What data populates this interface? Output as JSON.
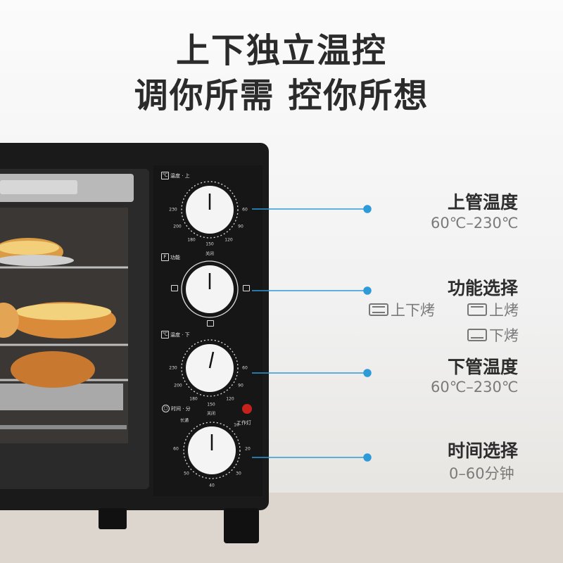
{
  "headline": {
    "line1": "上下独立温控",
    "line2": "调你所需  控你所想"
  },
  "panel": {
    "upper": {
      "label": "温度 · 上",
      "icon": "thermometer-icon",
      "ticks": [
        "230",
        "60",
        "200",
        "90",
        "180",
        "150",
        "120"
      ]
    },
    "function": {
      "label": "功能",
      "icon": "function-icon",
      "ticks": [
        "关闭"
      ]
    },
    "lower": {
      "label": "温度 · 下",
      "icon": "thermometer-icon",
      "ticks": [
        "230",
        "60",
        "200",
        "90",
        "180",
        "150",
        "120"
      ]
    },
    "timer": {
      "label": "时间 · 分",
      "icon": "clock-icon",
      "ticks": [
        "关闭",
        "长通",
        "10",
        "60",
        "20",
        "50",
        "30",
        "40"
      ]
    },
    "lamp_label": "工作灯"
  },
  "callouts": {
    "upper": {
      "title": "上管温度",
      "sub": "60℃–230℃"
    },
    "function": {
      "title": "功能选择",
      "modes": [
        {
          "icon": "top-bottom-heat-icon",
          "label": "上下烤"
        },
        {
          "icon": "top-heat-icon",
          "label": "上烤"
        },
        {
          "icon": "bottom-heat-icon",
          "label": "下烤"
        }
      ]
    },
    "lower": {
      "title": "下管温度",
      "sub": "60℃–230℃"
    },
    "timer": {
      "title": "时间选择",
      "sub": "0–60分钟"
    }
  },
  "colors": {
    "accent_line": "#2f9ad8",
    "oven_body": "#1b1b1b",
    "knob": "#f4f4f4",
    "lamp": "#c5221c"
  }
}
